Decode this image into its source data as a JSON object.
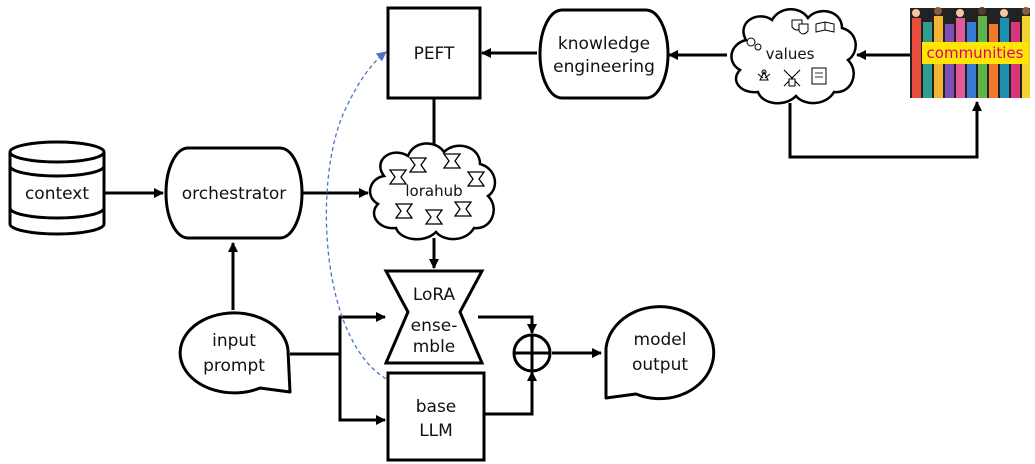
{
  "nodes": {
    "context": "context",
    "orchestrator": "orchestrator",
    "input_prompt": [
      "input",
      "prompt"
    ],
    "peft": "PEFT",
    "knowledge_engineering": [
      "knowledge",
      "engineering"
    ],
    "values": "values",
    "communities": "communities",
    "lorahub": "lorahub",
    "lora_ensemble_top": "LoRA",
    "lora_ensemble_bottom": [
      "ense-",
      "mble"
    ],
    "base_llm": [
      "base",
      "LLM"
    ],
    "model_output": [
      "model",
      "output"
    ]
  },
  "colors": {
    "stroke": "#000000",
    "dashed_link": "#4a73c4",
    "communities_label_bg": "#ffe600",
    "communities_label_text": "#d8007a"
  },
  "icons": [
    "mask-icon",
    "book-icon",
    "gears-icon",
    "angel-icon",
    "tools-icon",
    "scroll-icon",
    "bowtie-icon",
    "people-icon"
  ]
}
